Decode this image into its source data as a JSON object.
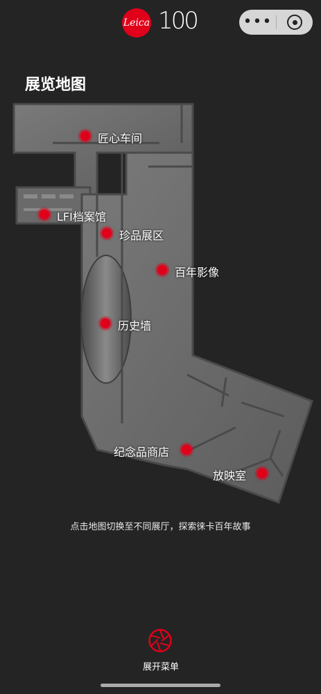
{
  "header": {
    "brand_text": "Leica",
    "anniversary_text": "100",
    "menu_dots_icon": "more-dots-icon",
    "close_icon": "target-close-icon"
  },
  "page": {
    "title": "展览地图",
    "hint": "点击地图切换至不同展厅，探索徕卡百年故事"
  },
  "map": {
    "halls": [
      {
        "label": "匠心车间"
      },
      {
        "label": "LFI档案馆"
      },
      {
        "label": "珍品展区"
      },
      {
        "label": "百年影像"
      },
      {
        "label": "历史墙"
      },
      {
        "label": "纪念品商店"
      },
      {
        "label": "放映室"
      }
    ]
  },
  "footer": {
    "menu_label": "展开菜单",
    "menu_icon": "aperture-icon"
  },
  "colors": {
    "background": "#242424",
    "accent": "#e0001a",
    "floor": "#6e6e6e"
  }
}
